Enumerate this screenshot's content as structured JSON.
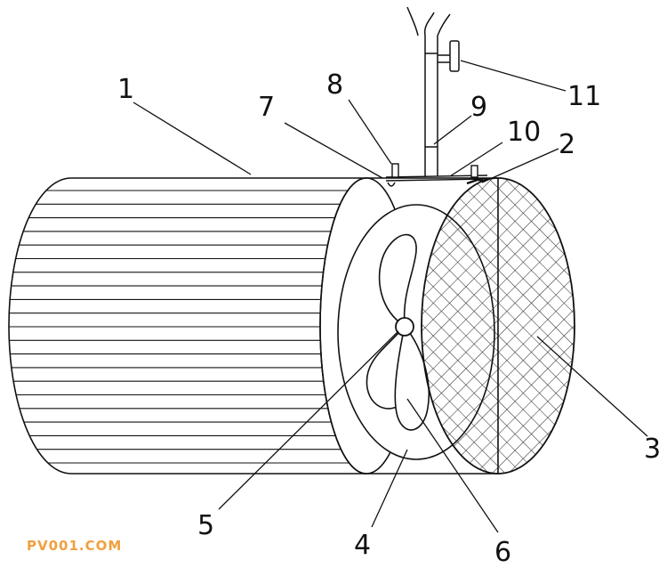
{
  "colors": {
    "line": "#111111",
    "background": "#ffffff",
    "watermark": "#f0a040"
  },
  "labels": {
    "l1": "1",
    "l2": "2",
    "l3": "3",
    "l4": "4",
    "l5": "5",
    "l6": "6",
    "l7": "7",
    "l8": "8",
    "l9": "9",
    "l10": "10",
    "l11": "11"
  },
  "watermark": "PV001.COM"
}
